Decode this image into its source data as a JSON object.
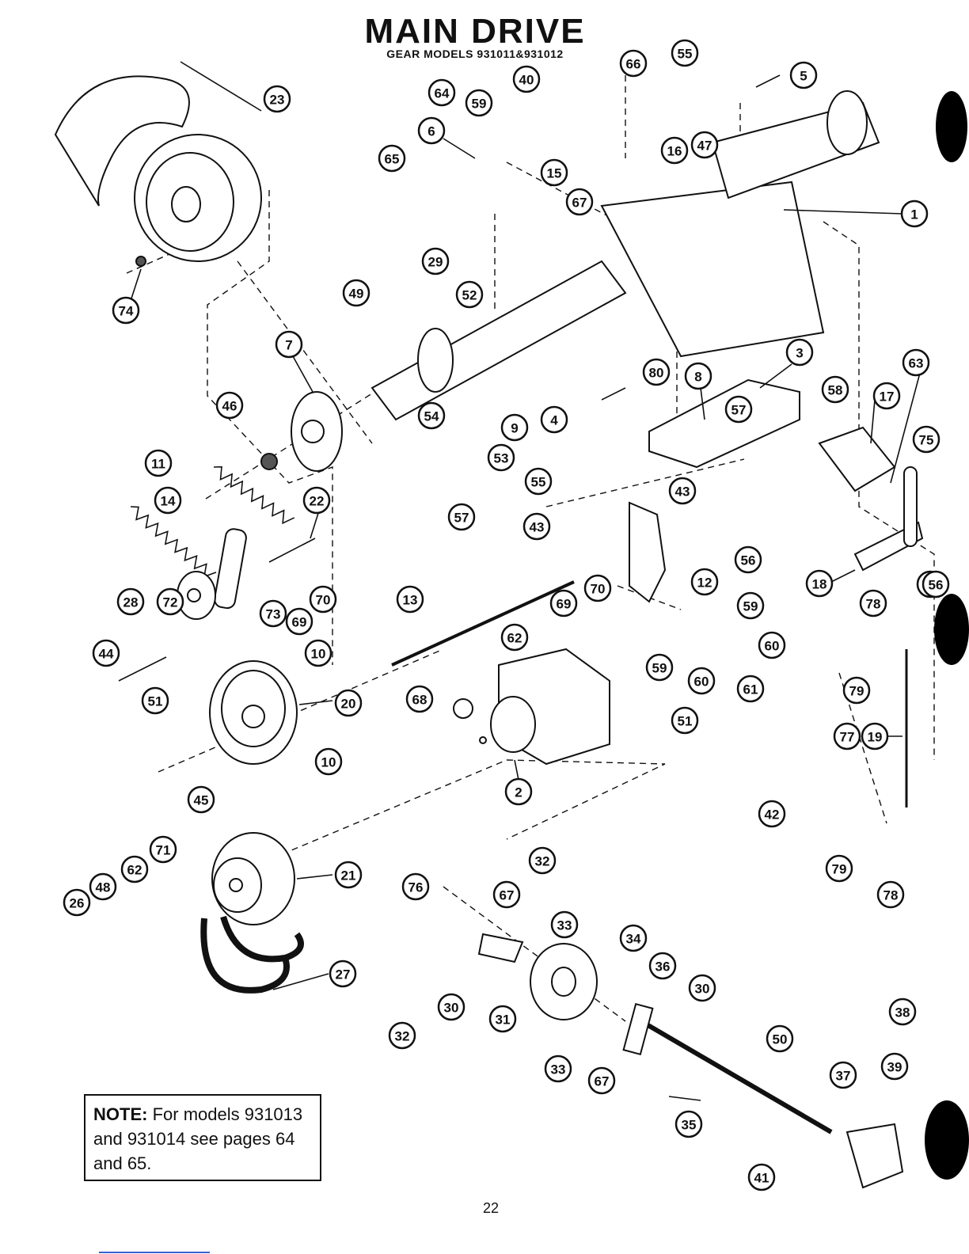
{
  "header": {
    "title": "MAIN DRIVE",
    "subtitle": "GEAR MODELS 931011&931012"
  },
  "note": {
    "lead": "NOTE:",
    "text": "For models 931013 and 931014 see pages 64 and 65."
  },
  "page_number": "22",
  "colors": {
    "ink": "#111111",
    "paper": "#ffffff",
    "link_line": "#3a5fd0"
  },
  "callouts": [
    "1",
    "2",
    "3",
    "4",
    "5",
    "6",
    "7",
    "8",
    "9",
    "10",
    "10",
    "11",
    "12",
    "13",
    "14",
    "15",
    "16",
    "17",
    "18",
    "19",
    "20",
    "21",
    "22",
    "23",
    "26",
    "27",
    "28",
    "29",
    "30",
    "30",
    "31",
    "32",
    "32",
    "33",
    "33",
    "34",
    "35",
    "36",
    "37",
    "38",
    "39",
    "40",
    "41",
    "42",
    "43",
    "43",
    "44",
    "45",
    "46",
    "47",
    "48",
    "49",
    "50",
    "51",
    "51",
    "52",
    "53",
    "54",
    "55",
    "55",
    "56",
    "56",
    "56",
    "57",
    "57",
    "58",
    "59",
    "59",
    "59",
    "60",
    "60",
    "61",
    "62",
    "62",
    "63",
    "64",
    "65",
    "66",
    "67",
    "67",
    "67",
    "68",
    "69",
    "69",
    "70",
    "70",
    "71",
    "72",
    "73",
    "74",
    "75",
    "76",
    "77",
    "78",
    "78",
    "79",
    "79",
    "80"
  ]
}
